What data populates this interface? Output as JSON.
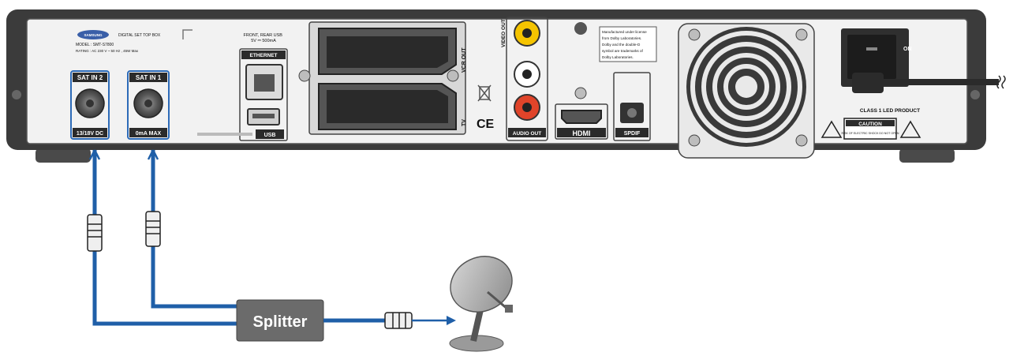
{
  "colors": {
    "panel_dark": "#3b3b3b",
    "panel_face": "#f2f2f2",
    "cable_blue": "#1f5fa8",
    "splitter": "#6b6b6b",
    "rca_yellow": "#f5c400",
    "rca_red": "#e0442a",
    "port_label_bg": "#2b2b2b"
  },
  "brand_logo": "SAMSUNG",
  "model_info": {
    "top_line": "DIGITAL SET TOP BOX",
    "model_line": "MODEL : SMT-S7800",
    "rating_line": "RATING : AC 230 V ~ 50 Hz , 45W Max"
  },
  "sat_ports": [
    {
      "top_label": "SAT IN 2",
      "bottom_label": "13/18V DC"
    },
    {
      "top_label": "SAT IN 1",
      "bottom_label": "0mA MAX"
    }
  ],
  "front_usb_note": "FRONT, REAR USB\n5V ⎓ 500mA",
  "ethernet_label": "ETHERNET",
  "usb_label": "USB",
  "scart_labels": {
    "vcr": "VCR OUT",
    "tv": "TV"
  },
  "video_out_label": "VIDEO OUT",
  "audio_out_label": "AUDIO OUT",
  "dolby_note": "Manufactured under license from Dolby Laboratories. Dolby and the double-D symbol are trademarks of Dolby Laboratories.",
  "hdmi_label": "HDMI",
  "spdif_label": "SPDIF",
  "ce_mark": "CE",
  "on_label": "ON",
  "class_label": "CLASS 1 LED PRODUCT",
  "caution_title": "CAUTION",
  "caution_text": "RISK OF ELECTRIC SHOCK DO NOT OPEN",
  "splitter_label": "Splitter"
}
